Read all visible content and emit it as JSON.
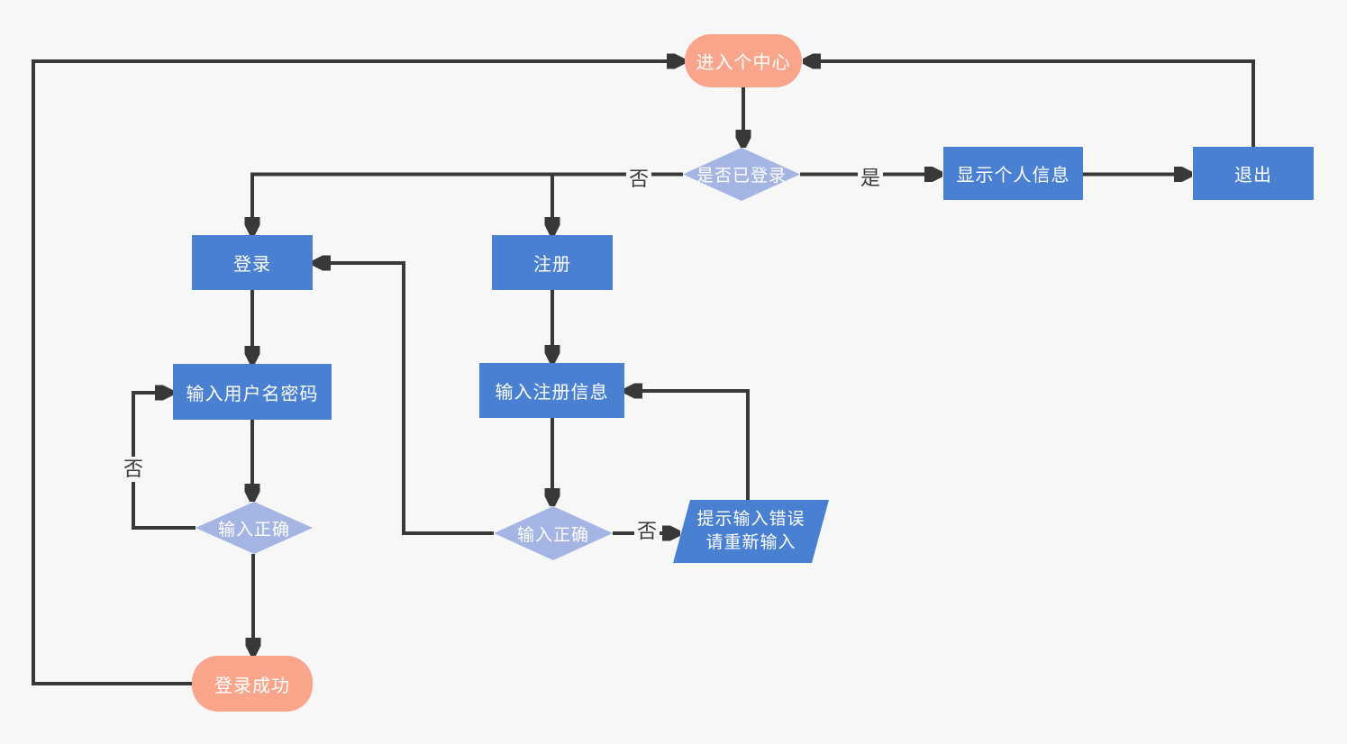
{
  "colors": {
    "canvas_bg": "#f7f7f7",
    "line": "#383838",
    "process_fill": "#4a80d2",
    "decision_fill": "#a4b5e3",
    "terminator_fill": "#f8a58c",
    "node_text": "#ffffff",
    "edge_label_text": "#3a3a3a"
  },
  "nodes": {
    "start": {
      "label": "进入个中心",
      "type": "terminator"
    },
    "is_logged_in": {
      "label": "是否已登录",
      "type": "decision"
    },
    "show_profile": {
      "label": "显示个人信息",
      "type": "process"
    },
    "logout": {
      "label": "退出",
      "type": "process"
    },
    "login": {
      "label": "登录",
      "type": "process"
    },
    "register": {
      "label": "注册",
      "type": "process"
    },
    "input_credentials": {
      "label": "输入用户名密码",
      "type": "process"
    },
    "input_register_info": {
      "label": "输入注册信息",
      "type": "process"
    },
    "login_input_correct": {
      "label": "输入正确",
      "type": "decision"
    },
    "register_input_correct": {
      "label": "输入正确",
      "type": "decision"
    },
    "error_prompt": {
      "lines": [
        "提示输入错误",
        "请重新输入"
      ],
      "type": "parallelogram"
    },
    "login_success": {
      "label": "登录成功",
      "type": "terminator"
    }
  },
  "edge_labels": {
    "logged_in_yes": "是",
    "logged_in_no": "否",
    "login_incorrect_no": "否",
    "register_incorrect_no": "否"
  }
}
